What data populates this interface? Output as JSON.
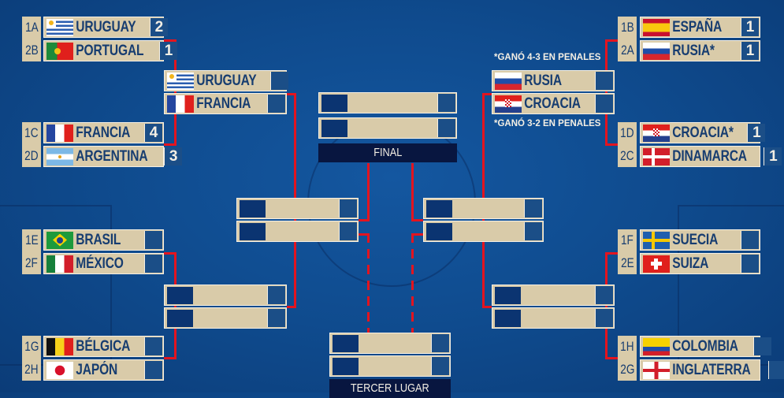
{
  "round_of_16": {
    "left": [
      {
        "teams": [
          {
            "seed": "1A",
            "team": "URUGUAY",
            "flag": "uruguay",
            "score": "2"
          },
          {
            "seed": "2B",
            "team": "PORTUGAL",
            "flag": "portugal",
            "score": "1"
          }
        ]
      },
      {
        "teams": [
          {
            "seed": "1C",
            "team": "FRANCIA",
            "flag": "france",
            "score": "4"
          },
          {
            "seed": "2D",
            "team": "ARGENTINA",
            "flag": "argentina",
            "score": "3"
          }
        ]
      },
      {
        "teams": [
          {
            "seed": "1E",
            "team": "BRASIL",
            "flag": "brazil",
            "score": ""
          },
          {
            "seed": "2F",
            "team": "MÉXICO",
            "flag": "mexico",
            "score": ""
          }
        ]
      },
      {
        "teams": [
          {
            "seed": "1G",
            "team": "BÉLGICA",
            "flag": "belgium",
            "score": ""
          },
          {
            "seed": "2H",
            "team": "JAPÓN",
            "flag": "japan",
            "score": ""
          }
        ]
      }
    ],
    "right": [
      {
        "teams": [
          {
            "seed": "1B",
            "team": "ESPAÑA",
            "flag": "spain",
            "score": "1"
          },
          {
            "seed": "2A",
            "team": "RUSIA*",
            "flag": "russia",
            "score": "1"
          }
        ]
      },
      {
        "teams": [
          {
            "seed": "1D",
            "team": "CROACIA*",
            "flag": "croatia",
            "score": "1"
          },
          {
            "seed": "2C",
            "team": "DINAMARCA",
            "flag": "denmark",
            "score": "1"
          }
        ]
      },
      {
        "teams": [
          {
            "seed": "1F",
            "team": "SUECIA",
            "flag": "sweden",
            "score": ""
          },
          {
            "seed": "2E",
            "team": "SUIZA",
            "flag": "switzerland",
            "score": ""
          }
        ]
      },
      {
        "teams": [
          {
            "seed": "1H",
            "team": "COLOMBIA",
            "flag": "colombia",
            "score": ""
          },
          {
            "seed": "2G",
            "team": "INGLATERRA",
            "flag": "england",
            "score": ""
          }
        ]
      }
    ]
  },
  "quarterfinals": {
    "left": [
      {
        "teams": [
          {
            "team": "URUGUAY",
            "flag": "uruguay",
            "score": ""
          },
          {
            "team": "FRANCIA",
            "flag": "france",
            "score": ""
          }
        ]
      },
      {
        "teams": [
          {
            "team": "",
            "flag": "",
            "score": ""
          },
          {
            "team": "",
            "flag": "",
            "score": ""
          }
        ]
      }
    ],
    "right": [
      {
        "teams": [
          {
            "team": "RUSIA",
            "flag": "russia",
            "score": ""
          },
          {
            "team": "CROACIA",
            "flag": "croatia",
            "score": ""
          }
        ]
      },
      {
        "teams": [
          {
            "team": "",
            "flag": "",
            "score": ""
          },
          {
            "team": "",
            "flag": "",
            "score": ""
          }
        ]
      }
    ]
  },
  "notes": {
    "top": "*GANÓ 4-3 EN PENALES",
    "bottom": "*GANÓ 3-2 EN PENALES"
  },
  "final": {
    "label": "FINAL"
  },
  "third_place": {
    "label": "TERCER LUGAR"
  },
  "colors": {
    "background": "#0f4b8e",
    "box": "#d9cba9",
    "connector": "#e3141f",
    "text": "#173d70"
  }
}
